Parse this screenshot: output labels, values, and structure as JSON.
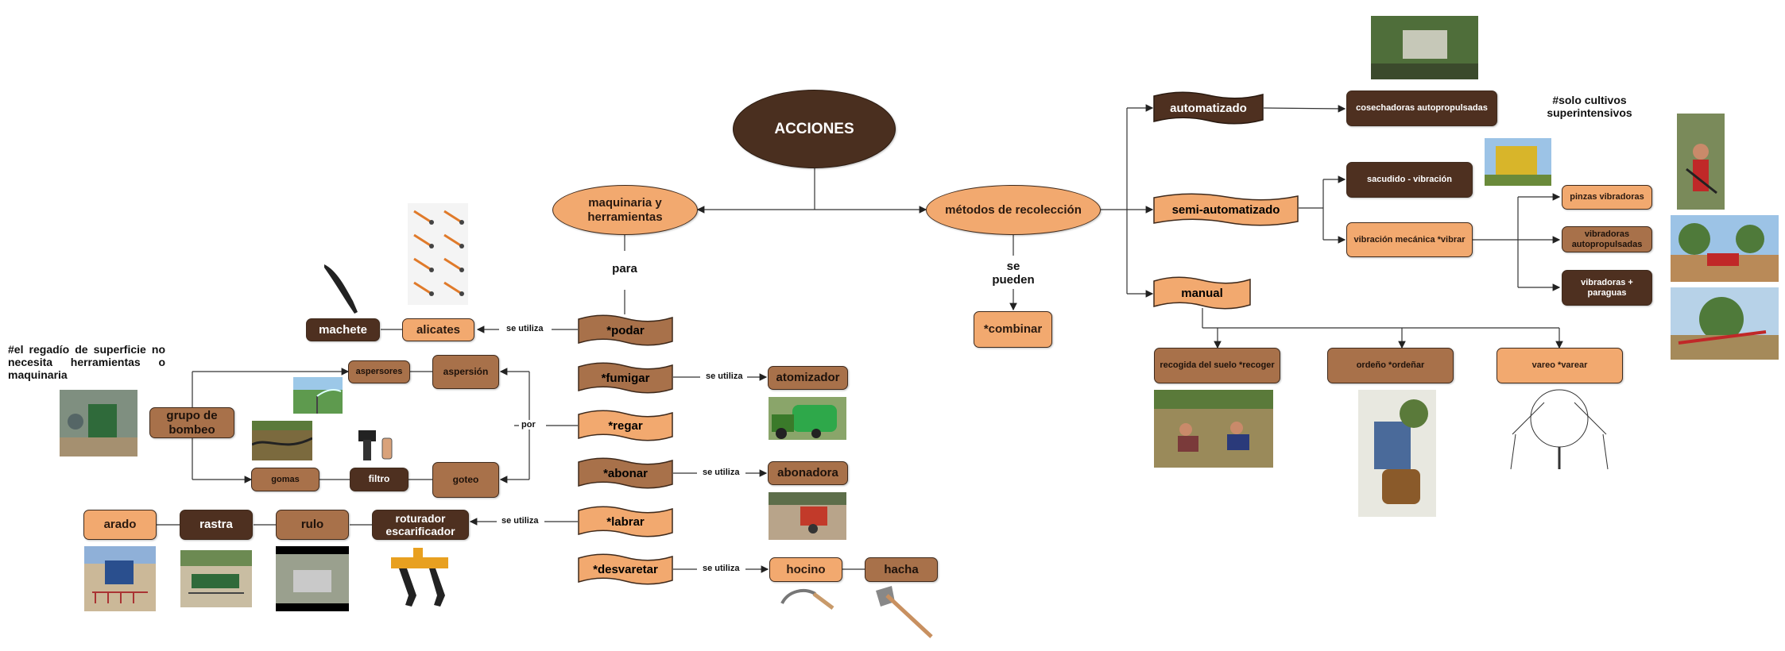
{
  "root": "ACCIONES",
  "branches": {
    "maquinaria": "maquinaria y herramientas",
    "metodos": "métodos de recolección"
  },
  "connectors": {
    "para": "para",
    "se_pueden": "se pueden",
    "se_utiliza": "se utiliza",
    "por": "por"
  },
  "actions": {
    "podar": "*podar",
    "fumigar": "*fumigar",
    "regar": "*regar",
    "abonar": "*abonar",
    "labrar": "*labrar",
    "desvaretar": "*desvaretar",
    "combinar": "*combinar"
  },
  "tools": {
    "machete": "machete",
    "alicates": "alicates",
    "aspersores": "aspersores",
    "aspersion": "aspersión",
    "grupo_bombeo": "grupo de bombeo",
    "gomas": "gomas",
    "filtro": "filtro",
    "goteo": "goteo",
    "arado": "arado",
    "rastra": "rastra",
    "rulo": "rulo",
    "roturador": "roturador escarificador",
    "atomizador": "atomizador",
    "abonadora": "abonadora",
    "hocino": "hocino",
    "hacha": "hacha"
  },
  "methods": {
    "automatizado": "automatizado",
    "semi": "semi-automatizado",
    "manual": "manual",
    "cosechadoras": "cosechadoras autopropulsadas",
    "sacudido": "sacudido - vibración",
    "vibracion_mecanica": "vibración mecánica *vibrar",
    "pinzas": "pinzas vibradoras",
    "vibradoras_auto": "vibradoras autopropulsadas",
    "vibradoras_paraguas": "vibradoras + paraguas",
    "recogida": "recogida del suelo *recoger",
    "ordeno": "ordeño *ordeñar",
    "vareo": "vareo *varear"
  },
  "notes": {
    "regadio": "#el regadío de superficie no necesita herramientas o maquinaria",
    "superintensivos": "#solo cultivos superintensivos"
  },
  "colors": {
    "light": "#f2a96f",
    "mid": "#a8714a",
    "dark": "#4e3020",
    "root": "#4a2f1f"
  }
}
